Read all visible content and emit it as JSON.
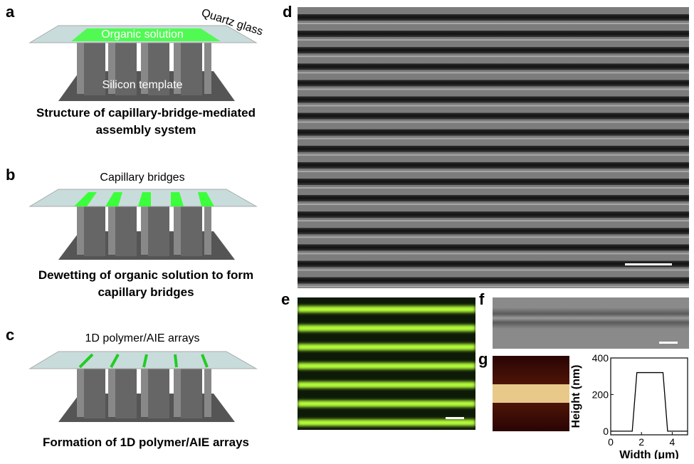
{
  "panels": {
    "a": {
      "label": "a",
      "quartz_label": "Quartz glass",
      "solution_label": "Organic solution",
      "template_label": "Silicon template",
      "caption_line1": "Structure of capillary-bridge-mediated",
      "caption_line2": "assembly system"
    },
    "b": {
      "label": "b",
      "top_label": "Capillary bridges",
      "caption_line1": "Dewetting of organic solution to  form",
      "caption_line2": "capillary bridges"
    },
    "c": {
      "label": "c",
      "top_label": "1D polymer/AIE arrays",
      "caption_line1": "Formation of 1D polymer/AIE arrays"
    },
    "d": {
      "label": "d"
    },
    "e": {
      "label": "e"
    },
    "f": {
      "label": "f"
    },
    "g": {
      "label": "g"
    }
  },
  "chart_data": {
    "type": "line",
    "x": [
      0,
      1.4,
      1.7,
      3.4,
      3.7,
      5
    ],
    "y": [
      0,
      0,
      320,
      320,
      0,
      0
    ],
    "xlabel": "Width (μm)",
    "ylabel": "Height (nm)",
    "xlim": [
      0,
      5
    ],
    "ylim": [
      -20,
      400
    ],
    "xticks": [
      0,
      2,
      4
    ],
    "yticks": [
      0,
      200,
      400
    ],
    "grid": false,
    "line_color": "#000000"
  },
  "colors": {
    "glass": "#c9dcdc",
    "solution_green": "#3bff3b",
    "silicon": "#5e5e5e",
    "sem_bg": "#7a7a7a",
    "fluorescence_green": "#b6ff3a",
    "afm_stripe": "#e8c98a",
    "afm_bg": "#3b0a08"
  }
}
